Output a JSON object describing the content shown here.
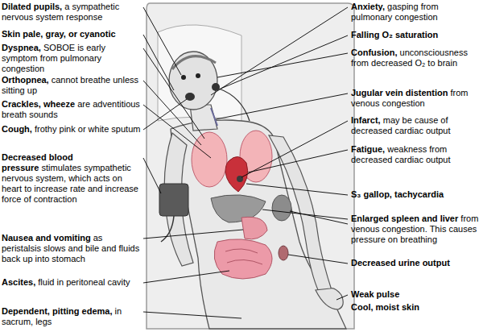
{
  "diagram": {
    "labels": [
      "Dilated pupils,",
      "a sympathetic nervous system response",
      "Skin pale, gray, or cyanotic",
      "Dyspnea,",
      "SOBOE is early symptom from pulmonary congestion",
      "Orthopnea,",
      "cannot breathe unless sitting up",
      "Crackles, wheeze",
      "are adventitious breath sounds",
      "Cough,",
      "frothy pink or white sputum",
      "Decreased blood pressure",
      "stimulates sympathetic nervous system, which acts on heart to increase rate and increase force of contraction",
      "Nausea and vomiting",
      "as peristalsis slows and bile and fluids back up into stomach",
      "Ascites,",
      "fluid in peritoneal cavity",
      "Dependent, pitting edema,",
      "in sacrum, legs",
      "Anxiety,",
      "gasping from pulmonary congestion",
      "Falling O₂ saturation",
      "Confusion,",
      "unconsciousness from decreased O₂ to brain",
      "Jugular vein distention",
      "from venous congestion",
      "Infarct,",
      "may be cause of decreased cardiac output",
      "Fatigue,",
      "weakness from decreased cardiac output",
      "S₃ gallop, tachycardia",
      "Enlarged spleen and liver",
      "from venous congestion. This causes pressure on breathing",
      "Decreased urine output",
      "Weak pulse",
      "Cool, moist skin"
    ]
  }
}
